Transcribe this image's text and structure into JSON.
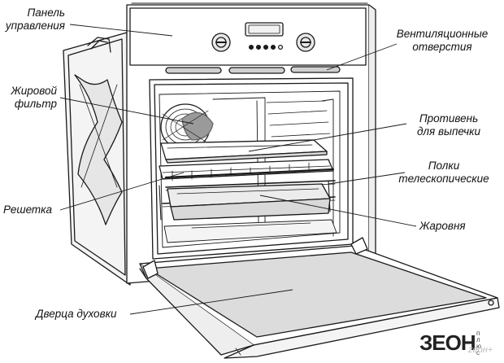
{
  "labels": {
    "control_panel": [
      "Панель",
      "управления"
    ],
    "vents": [
      "Вентиляционные",
      "отверстия"
    ],
    "grease_filter": [
      "Жировой",
      "фильтр"
    ],
    "baking_tray": [
      "Противень",
      "для выпечки"
    ],
    "telescopic_shelves": [
      "Полки",
      "телескопические"
    ],
    "grill": "Решетка",
    "roasting_pan": "Жаровня",
    "oven_door": "Дверца духовки"
  },
  "logo": {
    "main": "ЗЕОН",
    "side": "плюс",
    "sub": "zeон+"
  },
  "colors": {
    "line": "#1a1a1a",
    "gray_fill": "#d9d9d9",
    "light_fill": "#ececec",
    "dark_fill": "#9a9a9a"
  }
}
